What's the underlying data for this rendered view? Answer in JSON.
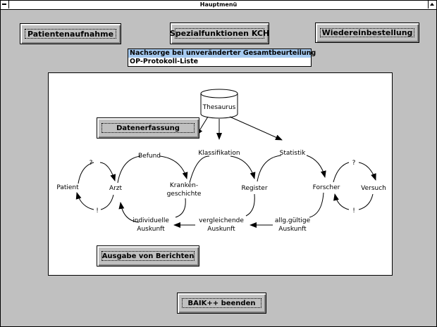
{
  "window": {
    "title": "Hauptmenü"
  },
  "buttons": {
    "patient": "Patientenaufnahme",
    "special": "Spezialfunktionen KCH",
    "reorder": "Wiedereinbestellung",
    "data_entry": "Datenerfassung",
    "reports": "Ausgabe von Berichten",
    "quit": "BAIK++ beenden"
  },
  "list": {
    "items": [
      "Nachsorge bei unveränderter Gesamtbeurteilung",
      "OP-Protokoll-Liste"
    ],
    "selected_index": 0
  },
  "diagram": {
    "thesaurus": "Thesaurus",
    "befund": "Befund",
    "klassifikation": "Klassifikation",
    "statistik": "Statistik",
    "patient": "Patient",
    "arzt": "Arzt",
    "kranken1": "Kranken-",
    "kranken2": "geschichte",
    "register": "Register",
    "forscher": "Forscher",
    "versuch": "Versuch",
    "q1": "?",
    "ex1": "!",
    "q2": "?",
    "ex2": "!",
    "indiv1": "individuelle",
    "indiv2": "Auskunft",
    "vergl1": "vergleichende",
    "vergl2": "Auskunft",
    "allg1": "allg.gültige",
    "allg2": "Auskunft"
  }
}
